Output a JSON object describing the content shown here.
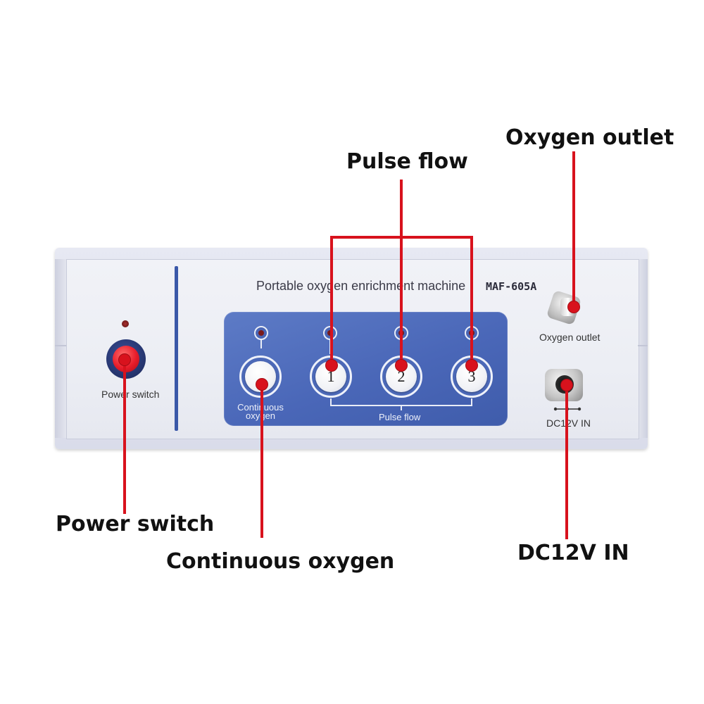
{
  "device": {
    "title": "Portable oxygen enrichment machine",
    "model": "MAF-605A",
    "power_switch_label": "Power switch",
    "continuous_label_line1": "Continuous",
    "continuous_label_line2": "oxygen",
    "pulse_flow_label": "Pulse flow",
    "pulse_buttons": [
      "1",
      "2",
      "3"
    ],
    "oxygen_outlet_label": "Oxygen outlet",
    "dc_label": "DC12V  IN"
  },
  "callouts": {
    "pulse_flow": "Pulse flow",
    "oxygen_outlet": "Oxygen outlet",
    "power_switch": "Power switch",
    "continuous_oxygen": "Continuous oxygen",
    "dc_in": "DC12V IN"
  },
  "colors": {
    "callout_red": "#d8121d",
    "panel_blue": "#4a67b8",
    "power_button_red": "#e81c2a"
  }
}
